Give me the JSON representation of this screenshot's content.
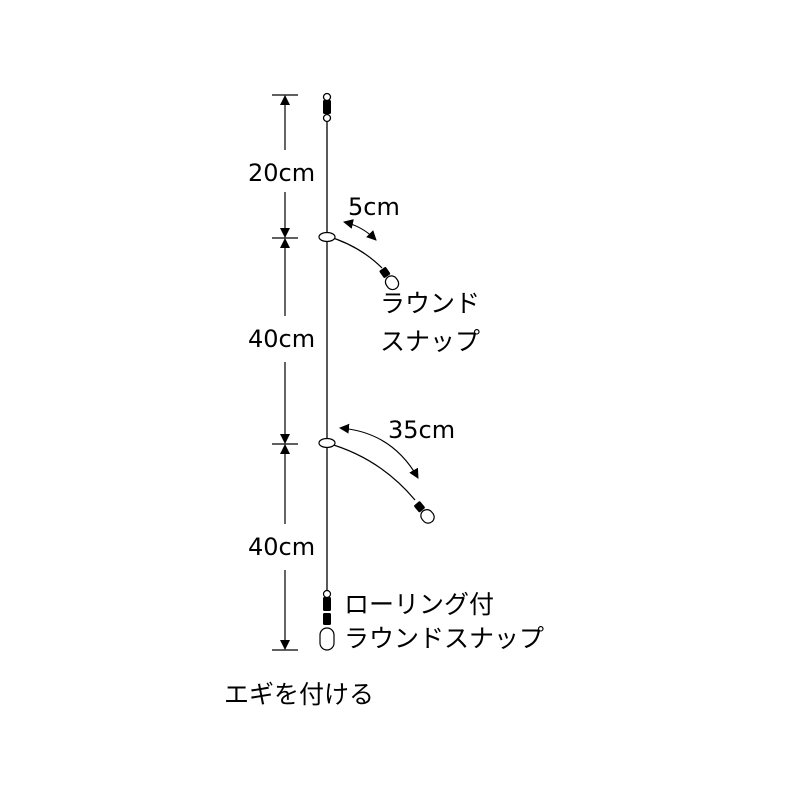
{
  "diagram": {
    "segments": {
      "top": "20cm",
      "middle": "40cm",
      "bottom": "40cm"
    },
    "branches": {
      "upper_length": "5cm",
      "lower_length": "35cm"
    },
    "labels": {
      "round_snap_line1": "ラウンド",
      "round_snap_line2": "スナップ",
      "bottom_line1": "ローリング付",
      "bottom_line2": "ラウンドスナップ",
      "attach_egi": "エギを付ける"
    }
  }
}
